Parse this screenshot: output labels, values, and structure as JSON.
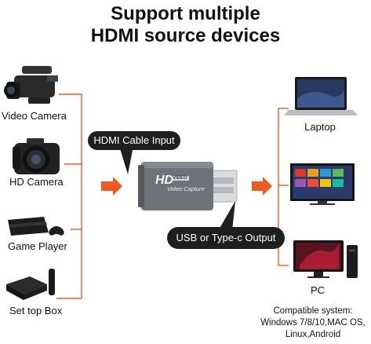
{
  "title": {
    "line1": "Support multiple",
    "line2": "HDMI source devices"
  },
  "sources": [
    {
      "label": "Video Camera",
      "icon": "video-camera-icon"
    },
    {
      "label": "HD Camera",
      "icon": "dslr-camera-icon"
    },
    {
      "label": "Game Player",
      "icon": "game-console-icon"
    },
    {
      "label": "Set top Box",
      "icon": "set-top-box-icon"
    }
  ],
  "destinations": [
    {
      "label": "Laptop",
      "icon": "laptop-icon"
    },
    {
      "label": "PC",
      "icon": "desktop-pc-icon"
    }
  ],
  "device": {
    "brand_text": "HD",
    "badge_text": "VIDEO",
    "model_text": "Video Capture"
  },
  "callouts": {
    "input": "HDMI Cable Input",
    "output": "USB  or  Type-c Output"
  },
  "compatibility": {
    "line1": "Compatible system:",
    "line2": "Windows 7/8/10,MAC OS,",
    "line3": "Linux,Android"
  },
  "colors": {
    "accent_orange": "#ee5a24",
    "bubble_bg": "#1f1f1f",
    "device_body": "#6e7379"
  }
}
